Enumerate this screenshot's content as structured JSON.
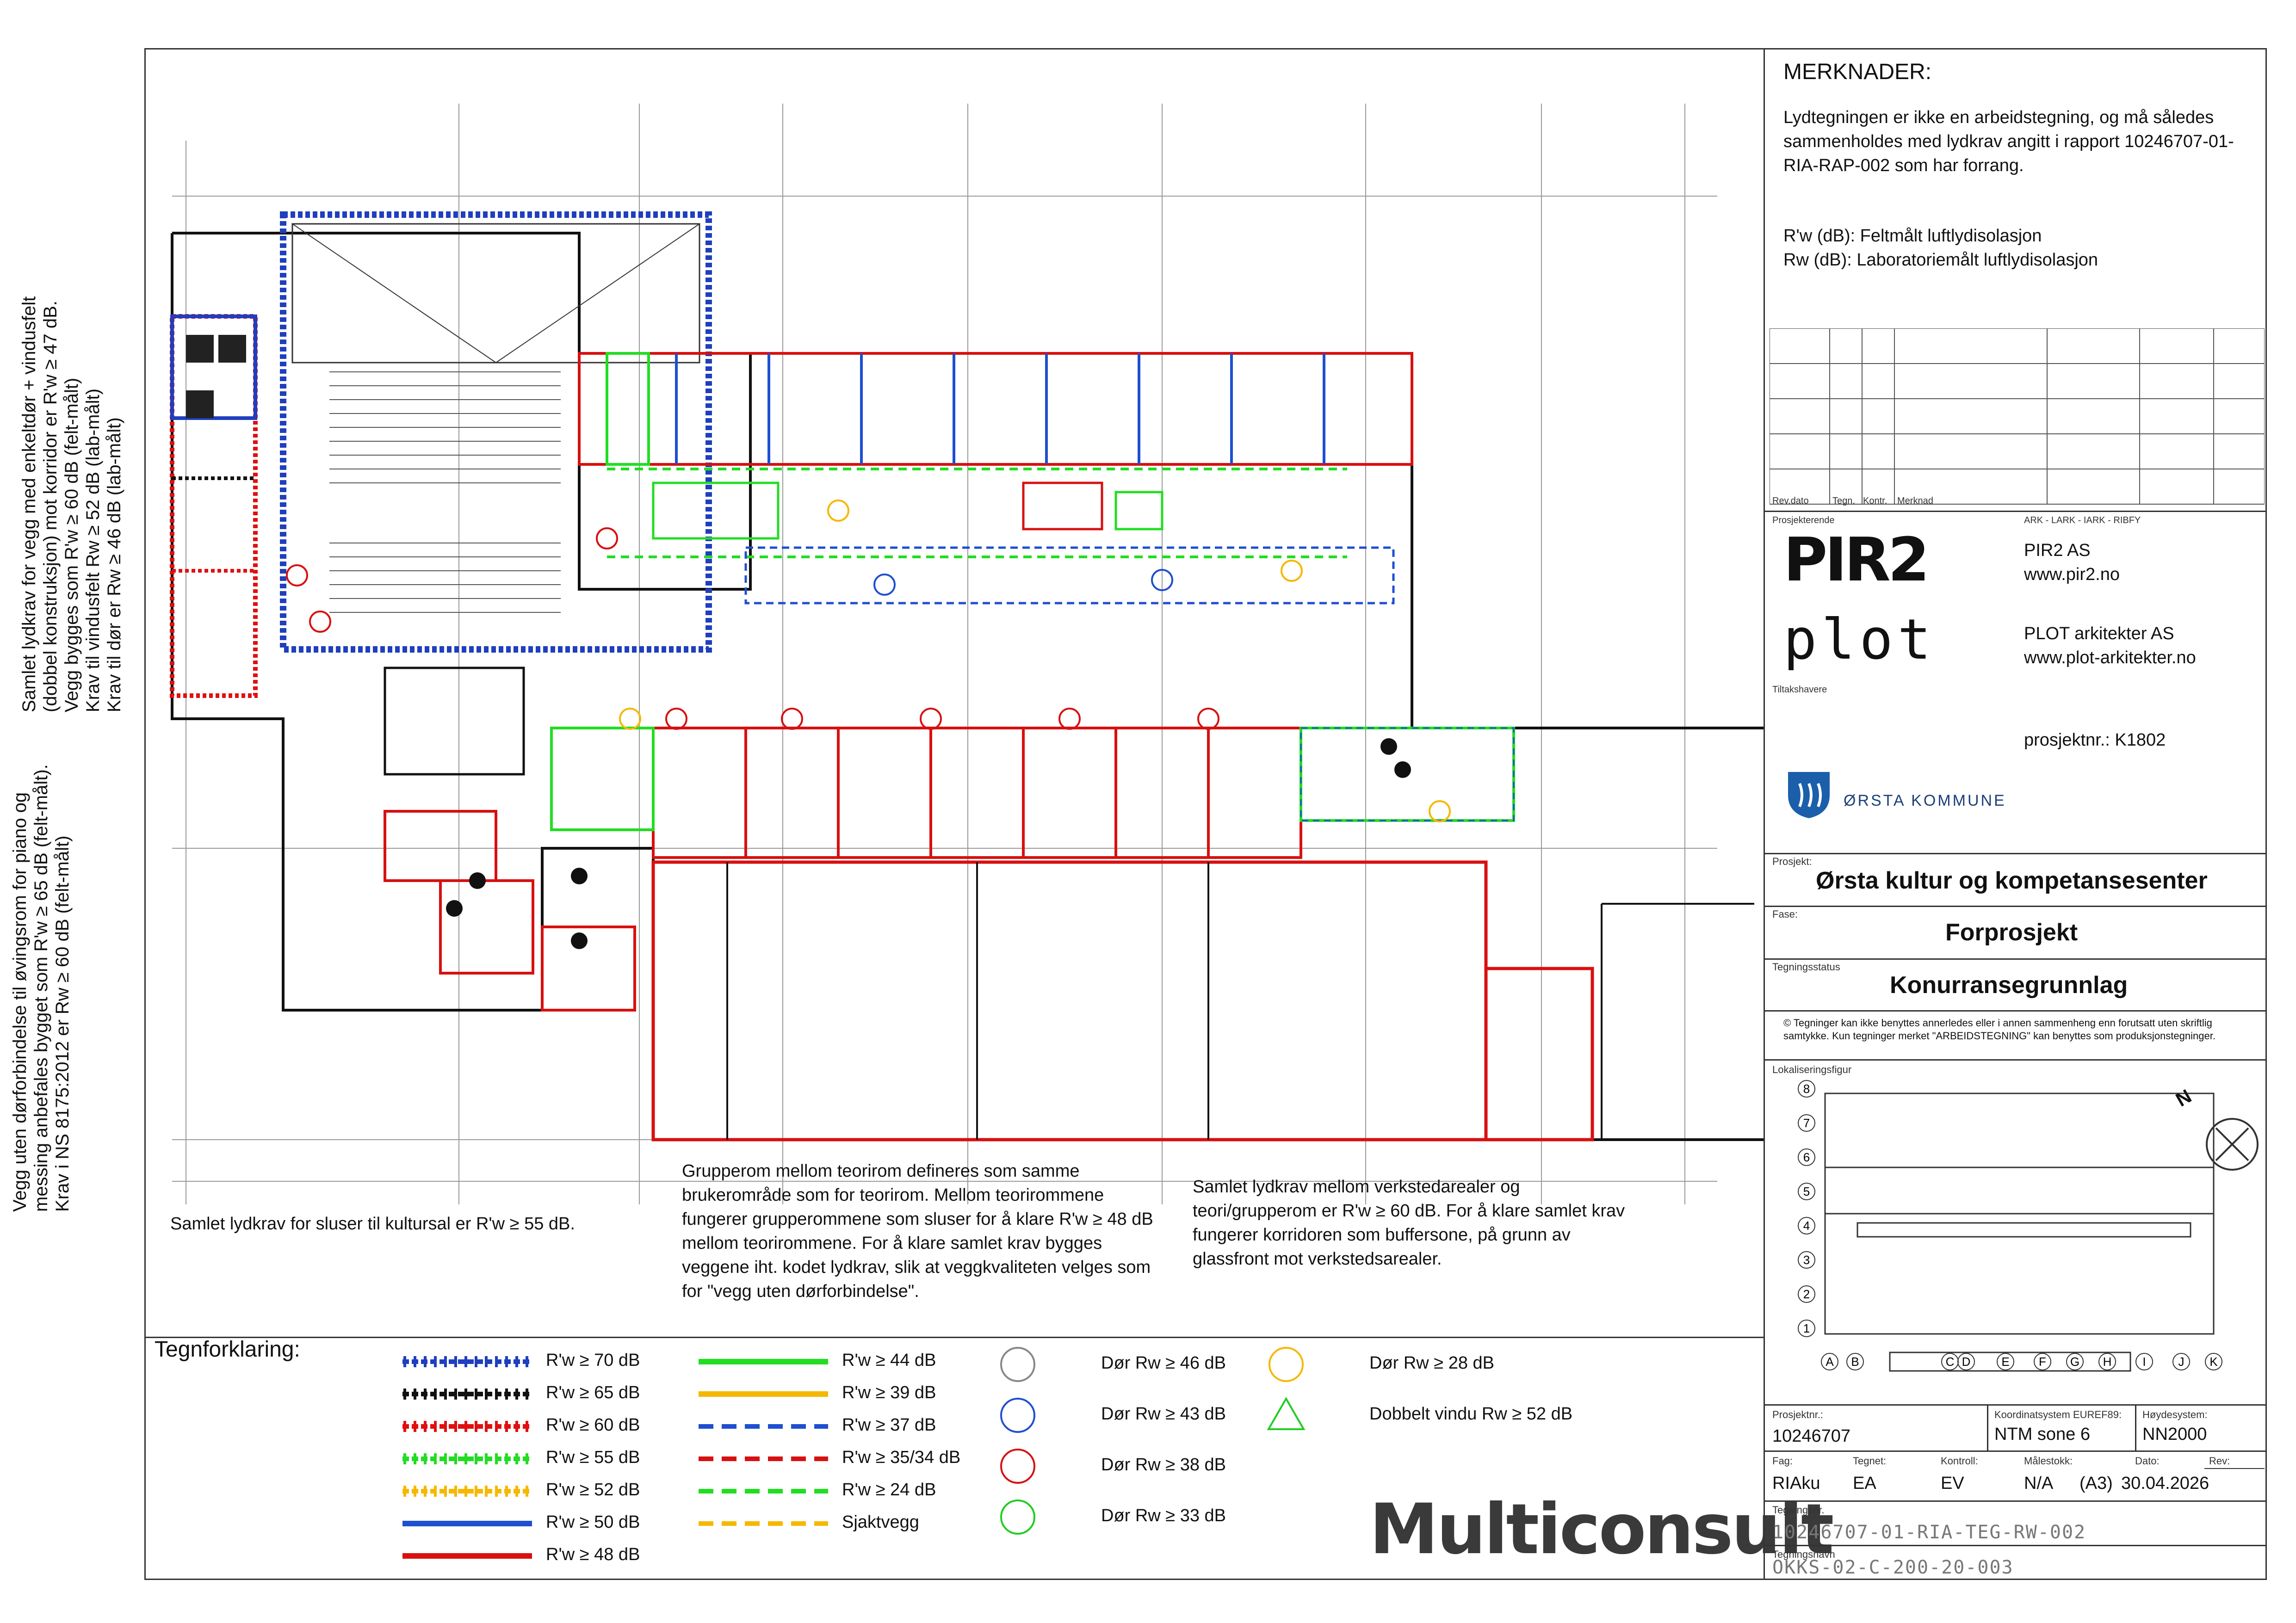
{
  "notes": {
    "title": "MERKNADER:",
    "paragraph": "Lydtegningen er ikke en arbeidstegning, og må således sammenholdes med lydkrav angitt i rapport 10246707-01-RIA-RAP-002 som har forrang.",
    "def1": "R'w (dB): Feltmålt luftlydisolasjon",
    "def2": "Rw (dB): Laboratoriemålt luftlydisolasjon"
  },
  "revision_header": {
    "rev_dato": "Rev.dato",
    "tegn": "Tegn.",
    "kontr": "Kontr.",
    "merknad": "Merknad"
  },
  "designers": {
    "label": "Prosjekterende",
    "codes": "ARK - LARK - IARK - RIBFY",
    "pir2_logo": "PIR2",
    "pir2_name": "PIR2 AS",
    "pir2_url": "www.pir2.no",
    "plot_logo": "plot",
    "plot_name": "PLOT arkitekter AS",
    "plot_url": "www.plot-arkitekter.no",
    "tiltakshavere": "Tiltakshavere",
    "project_no": "prosjektnr.: K1802",
    "kommune": "ØRSTA KOMMUNE",
    "kommune_color": "#1b5fab"
  },
  "project": {
    "prosjekt_label": "Prosjekt:",
    "prosjekt": "Ørsta kultur og kompetansesenter",
    "fase_label": "Fase:",
    "fase": "Forprosjekt",
    "status_label": "Tegningsstatus",
    "status": "Konurransegrunnlag",
    "copyright": "© Tegninger kan ikke benyttes annerledes eller i annen sammenheng enn forutsatt uten skriftlig samtykke. Kun tegninger merket \"ARBEIDSTEGNING\" kan benyttes som produksjonstegninger.",
    "lokalisering_label": "Lokaliseringsfigur"
  },
  "key_plan": {
    "rows": [
      "8",
      "7",
      "6",
      "5",
      "4",
      "3",
      "2",
      "1"
    ],
    "cols": [
      "A",
      "B",
      "C",
      "D",
      "E",
      "F",
      "G",
      "H",
      "I",
      "J",
      "K"
    ],
    "north": "N"
  },
  "info": {
    "prosjektnr_label": "Prosjektnr.:",
    "prosjektnr": "10246707",
    "koord_label": "Koordinatsystem EUREF89:",
    "koord": "NTM sone 6",
    "hoyde_label": "Høydesystem:",
    "hoyde": "NN2000",
    "fag_label": "Fag:",
    "fag": "RIAku",
    "tegnet_label": "Tegnet:",
    "tegnet": "EA",
    "kontroll_label": "Kontroll:",
    "kontroll": "EV",
    "malestokk_label": "Målestokk:",
    "malestokk": "N/A",
    "format": "(A3)",
    "dato_label": "Dato:",
    "dato": "30.04.2026",
    "rev_label": "Rev:",
    "tegningsnr_label": "Tegningsnr.",
    "tegningsnr": "10246707-01-RIA-TEG-RW-002",
    "tegningsnavn_label": "Tegningsnavn",
    "tegningsnavn": "OKKS-02-C-200-20-003"
  },
  "left_notes": {
    "line1": "Samlet lydkrav for vegg med enkeltdør + vindusfelt",
    "line2": "(dobbel konstruksjon) mot korridor er R'w ≥ 47 dB.",
    "line3": "Vegg bygges som  R'w ≥ 60 dB (felt-målt)",
    "line4": "Krav til vindusfelt   Rw ≥ 52 dB (lab-målt)",
    "line5": "Krav til dør er          Rw ≥ 46 dB (lab-målt)",
    "line6": "Vegg uten dørforbindelse til øvingsrom for piano og",
    "line7": "messing anbefales bygget som R'w ≥ 65 dB (felt-målt).",
    "line8": "Krav i NS 8175:2012 er Rw ≥ 60 dB (felt-målt)"
  },
  "body_notes": {
    "sluser": "Samlet lydkrav for sluser til kultursal er R'w ≥ 55 dB.",
    "grupperom": "Grupperom mellom teorirom defineres som samme brukerområde som for teorirom. Mellom teorirommene fungerer grupperommene som sluser for å klare R'w ≥ 48 dB mellom teorirommene. For å klare samlet krav bygges veggene iht. kodet lydkrav, slik at veggkvaliteten velges som for \"vegg uten dørforbindelse\".",
    "verksted": "Samlet lydkrav mellom verkstedarealer og teori/grupperom er R'w ≥ 60 dB. For å klare samlet krav fungerer korridoren som buffersone, på grunn av glassfront mot verkstedsarealer."
  },
  "legend": {
    "title": "Tegnforklaring:",
    "walls": [
      {
        "label": "R'w ≥ 70 dB",
        "color": "#1f3fbf",
        "style": "cross"
      },
      {
        "label": "R'w ≥ 65 dB",
        "color": "#111111",
        "style": "cross"
      },
      {
        "label": "R'w ≥ 60 dB",
        "color": "#e01010",
        "style": "cross"
      },
      {
        "label": "R'w ≥ 55 dB",
        "color": "#22dd22",
        "style": "cross"
      },
      {
        "label": "R'w ≥ 52 dB",
        "color": "#f5b800",
        "style": "cross"
      },
      {
        "label": "R'w ≥ 50 dB",
        "color": "#1f4fd0",
        "style": "solid"
      },
      {
        "label": "R'w ≥ 48 dB",
        "color": "#d81010",
        "style": "solid"
      }
    ],
    "lines": [
      {
        "label": "R'w ≥ 44 dB",
        "color": "#22dd22",
        "style": "solid"
      },
      {
        "label": "R'w ≥ 39 dB",
        "color": "#f5b800",
        "style": "solid"
      },
      {
        "label": "R'w ≥ 37 dB",
        "color": "#1f4fd0",
        "style": "dash"
      },
      {
        "label": "R'w ≥ 35/34 dB",
        "color": "#d81010",
        "style": "dash"
      },
      {
        "label": "R'w ≥ 24 dB",
        "color": "#22dd22",
        "style": "dash"
      },
      {
        "label": "Sjaktvegg",
        "color": "#f5b800",
        "style": "dash"
      }
    ],
    "doors": [
      {
        "label": "Dør Rw ≥ 46 dB",
        "color": "#888888"
      },
      {
        "label": "Dør Rw ≥ 43 dB",
        "color": "#1f4fd0"
      },
      {
        "label": "Dør Rw ≥ 38 dB",
        "color": "#d81010"
      },
      {
        "label": "Dør Rw ≥ 33 dB",
        "color": "#22cc22"
      }
    ],
    "extra": [
      {
        "label": "Dør Rw ≥ 28 dB",
        "color": "#f5b800",
        "shape": "circle"
      },
      {
        "label": "Dobbelt vindu Rw ≥ 52 dB",
        "color": "#22cc22",
        "shape": "triangle"
      }
    ]
  },
  "brand": {
    "multiconsult": "Multiconsult"
  }
}
